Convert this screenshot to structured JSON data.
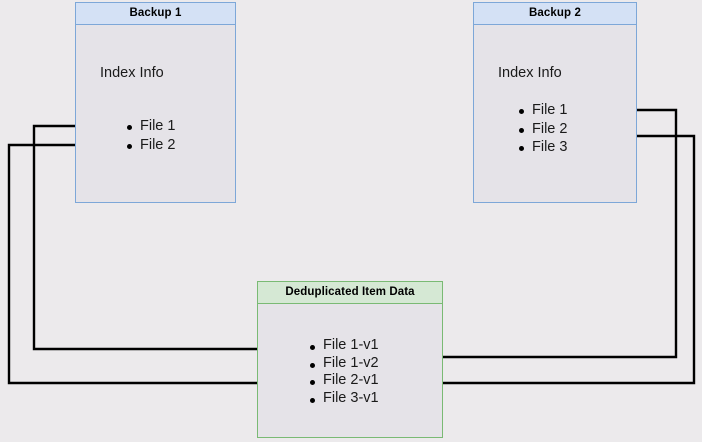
{
  "diagram": {
    "type": "deduplication-flow",
    "background_color": "#eceaec",
    "nodes": [
      {
        "id": "backup1",
        "title": "Backup 1",
        "body_label": "Index Info",
        "items": [
          "File 1",
          "File 2"
        ],
        "border_color": "#7da7d8",
        "header_color": "#d4e1f5",
        "body_color": "#e5e3e8"
      },
      {
        "id": "backup2",
        "title": "Backup 2",
        "body_label": "Index Info",
        "items": [
          "File 1",
          "File 2",
          "File 3"
        ],
        "border_color": "#7da7d8",
        "header_color": "#d4e1f5",
        "body_color": "#e5e3e8"
      },
      {
        "id": "dedup",
        "title": "Deduplicated Item Data",
        "body_label": "",
        "items": [
          "File 1-v1",
          "File 1-v2",
          "File 2-v1",
          "File 3-v1"
        ],
        "border_color": "#7aba74",
        "header_color": "#d5e8d4",
        "body_color": "#e5e3e8"
      }
    ],
    "edges": [
      {
        "from": "backup1.File 1",
        "to": "dedup.File 1-v1",
        "direction": "left-around"
      },
      {
        "from": "backup1.File 2",
        "to": "dedup.File 2-v1",
        "direction": "left-around"
      },
      {
        "from": "backup2.File 1",
        "to": "dedup.File 1-v2",
        "direction": "right-around"
      },
      {
        "from": "backup2.File 2",
        "to": "dedup.File 2-v1",
        "direction": "right-around"
      }
    ],
    "edge_color": "#000000"
  }
}
